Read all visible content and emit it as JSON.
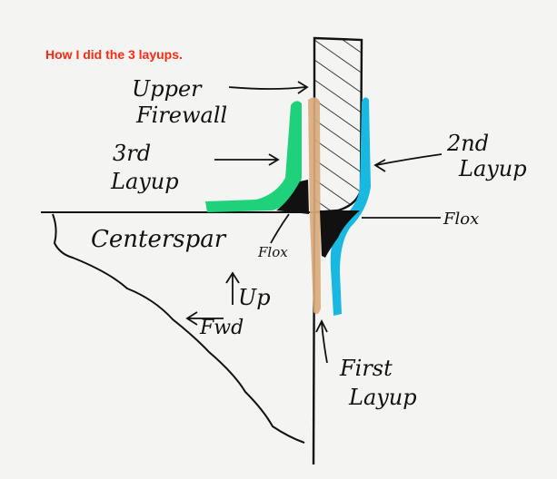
{
  "caption": "How I did the 3 layups.",
  "labels": {
    "upper_firewall_line1": "Upper",
    "upper_firewall_line2": "Firewall",
    "third_layup_line1": "3rd",
    "third_layup_line2": "Layup",
    "second_layup_line1": "2nd",
    "second_layup_line2": "Layup",
    "first_layup_line1": "First",
    "first_layup_line2": "Layup",
    "flox_left": "Flox",
    "flox_right": "Flox",
    "centerspar": "Centerspar",
    "up": "Up",
    "fwd": "Fwd"
  },
  "colors": {
    "caption": "#ff2a14",
    "third_layup": "#1fd17a",
    "second_layup": "#19b8e0",
    "first_layup": "#d9aa7c",
    "ink": "#111111"
  }
}
